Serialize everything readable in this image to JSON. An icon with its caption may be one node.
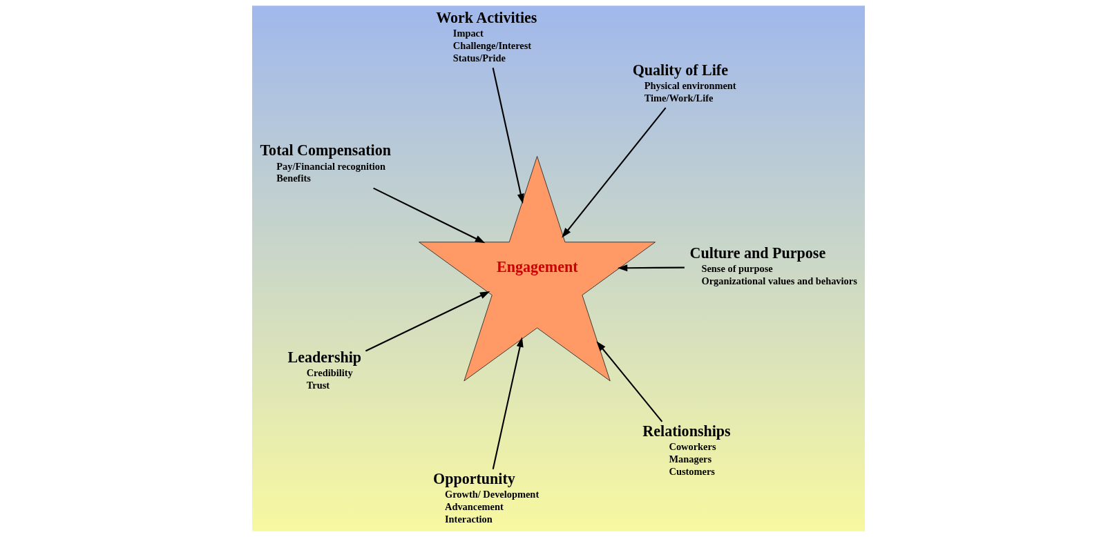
{
  "diagram": {
    "nodes": [
      {
        "text": [
          "Engagement"
        ]
      },
      {
        "text": [
          "Culture and Purpose",
          "Sense of purpose",
          "Organizational values and behaviors"
        ]
      },
      {
        "text": [
          "Opportunity",
          "Growth/ Development",
          "Advancement",
          "Interaction"
        ]
      },
      {
        "text": [
          "Total Compensation",
          "Pay/Financial recognition",
          "Benefits"
        ]
      },
      {
        "text": [
          "Quality of Life",
          "Physical environment",
          "Time/Work/Life"
        ]
      },
      {
        "text": [
          "Work Activities",
          "Impact",
          "Challenge/Interest",
          "Status/Pride"
        ]
      },
      {
        "text": [
          "Leadership",
          "Credibility",
          "Trust"
        ]
      },
      {
        "text": [
          "Relationships",
          "Coworkers",
          "Managers",
          "Customers"
        ]
      }
    ],
    "edges": [
      {
        "from": 1,
        "to": 0,
        "arrow": "to"
      },
      {
        "from": 2,
        "to": 0,
        "arrow": "to"
      },
      {
        "from": 3,
        "to": 0,
        "arrow": "to"
      },
      {
        "from": 4,
        "to": 0,
        "arrow": "to"
      },
      {
        "from": 5,
        "to": 0,
        "arrow": "to"
      },
      {
        "from": 6,
        "to": 0,
        "arrow": "to"
      },
      {
        "from": 7,
        "to": 0,
        "arrow": "to"
      }
    ]
  }
}
